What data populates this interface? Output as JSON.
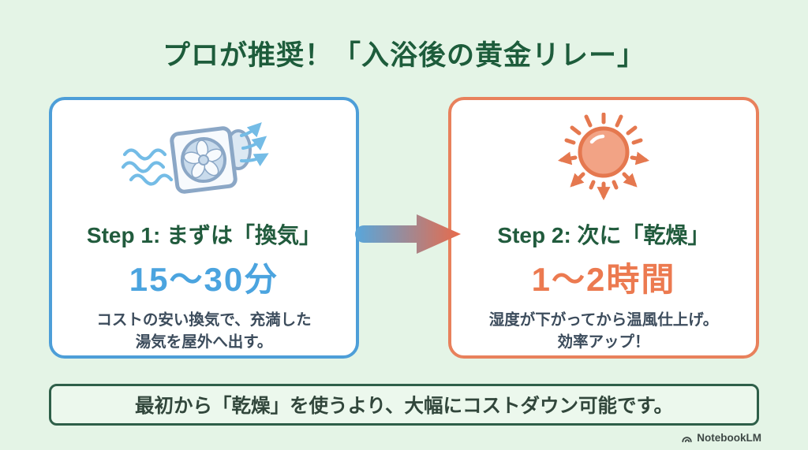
{
  "title": "プロが推奨！「入浴後の黄金リレー」",
  "steps": [
    {
      "heading": "Step 1: まずは「換気」",
      "duration": "15〜30分",
      "description": "コストの安い換気で、充満した\n湯気を屋外へ出す。",
      "icon": "exhaust-fan-icon",
      "accent_color": "#4BA4DF",
      "border_color": "#4D9ED8"
    },
    {
      "heading": "Step 2: 次に「乾燥」",
      "duration": "1〜2時間",
      "description": "湿度が下がってから温風仕上げ。\n効率アップ！",
      "icon": "sun-icon",
      "accent_color": "#EC7A50",
      "border_color": "#E8815C"
    }
  ],
  "flow_arrow": {
    "from_color": "#57A7DC",
    "to_color": "#E96A4A"
  },
  "footer_note": "最初から「乾燥」を使うより、大幅にコストダウン可能です。",
  "attribution": "NotebookLM",
  "colors": {
    "background": "#E4F4E6",
    "title": "#1D5C3B",
    "step_heading": "#215B3D",
    "description": "#3C4C5C",
    "footer_bg": "#ECF8ED",
    "footer_border": "#2E5F49",
    "footer_text": "#31463B"
  }
}
